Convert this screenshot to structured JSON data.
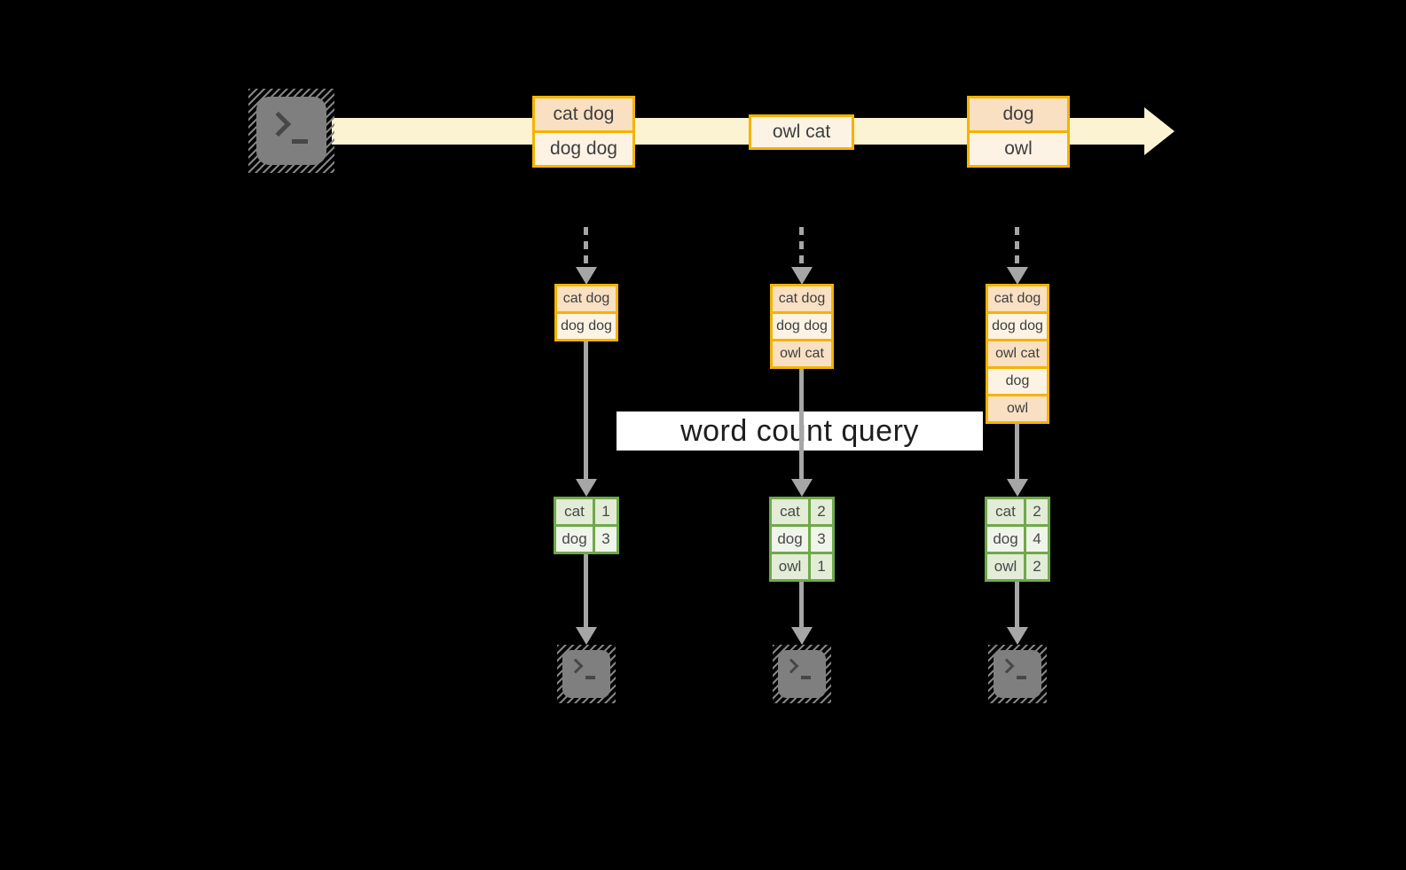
{
  "banner": {
    "label": "word count query"
  },
  "stream": {
    "batches": [
      {
        "items": [
          "cat dog",
          "dog dog"
        ]
      },
      {
        "items": [
          "owl cat"
        ]
      },
      {
        "items": [
          "dog",
          "owl"
        ]
      }
    ]
  },
  "columns": [
    {
      "batch": [
        "cat dog",
        "dog dog"
      ],
      "counts": [
        {
          "word": "cat",
          "value": "1"
        },
        {
          "word": "dog",
          "value": "3"
        }
      ]
    },
    {
      "batch": [
        "cat dog",
        "dog dog",
        "owl cat"
      ],
      "counts": [
        {
          "word": "cat",
          "value": "2"
        },
        {
          "word": "dog",
          "value": "3"
        },
        {
          "word": "owl",
          "value": "1"
        }
      ]
    },
    {
      "batch": [
        "cat dog",
        "dog dog",
        "owl cat",
        "dog",
        "owl"
      ],
      "counts": [
        {
          "word": "cat",
          "value": "2"
        },
        {
          "word": "dog",
          "value": "4"
        },
        {
          "word": "owl",
          "value": "2"
        }
      ]
    }
  ],
  "icons": {
    "source": "terminal-icon",
    "sinks": [
      "terminal-icon",
      "terminal-icon",
      "terminal-icon"
    ]
  },
  "colors": {
    "background": "#000000",
    "stream_arrow": "#fcf3d3",
    "batch_border": "#f3b300",
    "batch_fill_dark": "#f9e0c3",
    "batch_fill_light": "#fdf3e4",
    "table_border": "#6fa94a",
    "table_fill_dark": "#e2ecd7",
    "table_fill_light": "#eff5ea",
    "arrow_gray": "#a6a6a6",
    "terminal_gray": "#7f7f7f",
    "banner_bg": "#ffffff",
    "text": "#3e3e3e"
  }
}
